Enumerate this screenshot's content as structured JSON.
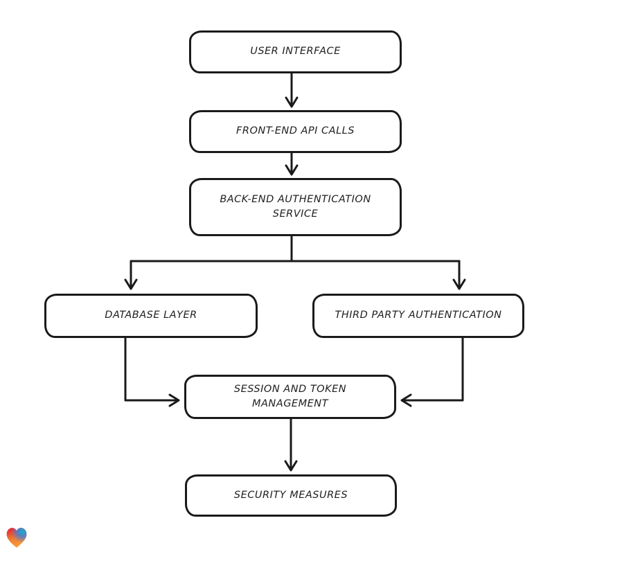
{
  "diagram": {
    "nodes": [
      {
        "id": "user-interface",
        "label": "USER INTERFACE"
      },
      {
        "id": "front-end-api-calls",
        "label": "FRONT-END API CALLS"
      },
      {
        "id": "back-end-auth-service",
        "label": "BACK-END AUTHENTICATION",
        "label2": "SERVICE"
      },
      {
        "id": "database-layer",
        "label": "DATABASE LAYER"
      },
      {
        "id": "third-party-auth",
        "label": "THIRD PARTY AUTHENTICATION"
      },
      {
        "id": "session-token-mgmt",
        "label": "SESSION AND TOKEN",
        "label2": "MANAGEMENT"
      },
      {
        "id": "security-measures",
        "label": "SECURITY MEASURES"
      }
    ],
    "edges": [
      {
        "from": "user-interface",
        "to": "front-end-api-calls"
      },
      {
        "from": "front-end-api-calls",
        "to": "back-end-auth-service"
      },
      {
        "from": "back-end-auth-service",
        "to": "database-layer"
      },
      {
        "from": "back-end-auth-service",
        "to": "third-party-auth"
      },
      {
        "from": "database-layer",
        "to": "session-token-mgmt"
      },
      {
        "from": "third-party-auth",
        "to": "session-token-mgmt"
      },
      {
        "from": "session-token-mgmt",
        "to": "security-measures"
      }
    ],
    "colors": {
      "stroke": "#1a1a1a",
      "background": "#ffffff",
      "text": "#1f1f1f"
    },
    "logo": {
      "name": "gradient-heart-logo",
      "colors": {
        "red": "#e32138",
        "orange": "#f9a03c",
        "teal": "#0eb4c8",
        "blue": "#3f7de0"
      }
    }
  }
}
